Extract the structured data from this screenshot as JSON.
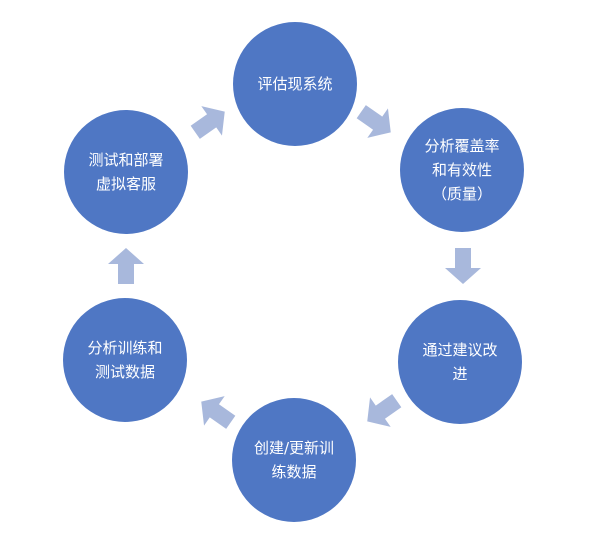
{
  "diagram": {
    "type": "cycle",
    "colors": {
      "node": "#4f77c4",
      "arrow": "#a8b8dc",
      "text": "#ffffff"
    },
    "nodes": [
      {
        "id": "evaluate",
        "lines": [
          "评估现系统"
        ]
      },
      {
        "id": "analyze-coverage",
        "lines": [
          "分析覆盖率",
          "和有效性",
          "（质量）"
        ]
      },
      {
        "id": "improve",
        "lines": [
          "通过建议改",
          "进"
        ]
      },
      {
        "id": "create-update",
        "lines": [
          "创建/更新训",
          "练数据"
        ]
      },
      {
        "id": "analyze-data",
        "lines": [
          "分析训练和",
          "测试数据"
        ]
      },
      {
        "id": "deploy",
        "lines": [
          "测试和部署",
          "虚拟客服"
        ]
      }
    ],
    "edges": [
      {
        "from": "evaluate",
        "to": "analyze-coverage"
      },
      {
        "from": "analyze-coverage",
        "to": "improve"
      },
      {
        "from": "improve",
        "to": "create-update"
      },
      {
        "from": "create-update",
        "to": "analyze-data"
      },
      {
        "from": "analyze-data",
        "to": "deploy"
      },
      {
        "from": "deploy",
        "to": "evaluate"
      }
    ]
  }
}
